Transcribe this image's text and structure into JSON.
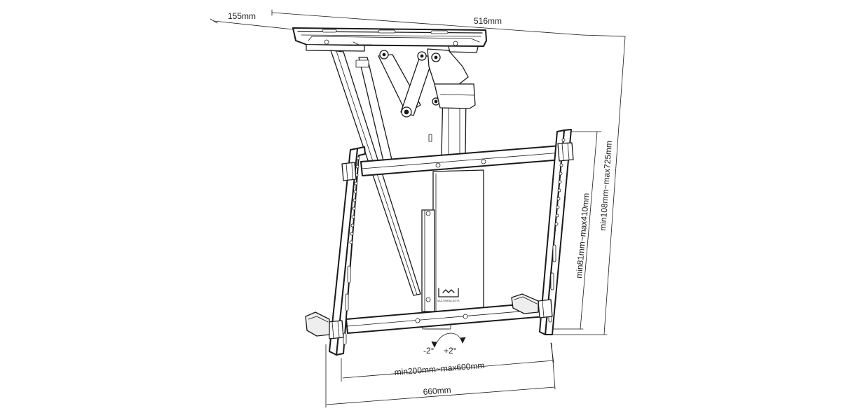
{
  "diagram": {
    "dimensions": {
      "depth_label": "155mm",
      "plate_width_label": "516mm",
      "extension_label": "min108mm~max725mm",
      "vertical_vesa_label": "min81mm~max410mm",
      "horizontal_vesa_label": "min200mm~max600mm",
      "overall_width_label": "660mm"
    },
    "tilt": {
      "minus_label": "-2°",
      "plus_label": "+2°"
    },
    "logo": {
      "wordmark": "MULTIBRACKETS"
    },
    "colors": {
      "line": "#1a1a1a",
      "background": "#ffffff"
    }
  }
}
